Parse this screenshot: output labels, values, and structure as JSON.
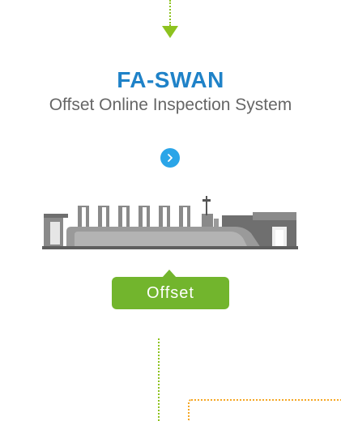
{
  "product": {
    "title": "FA-SWAN",
    "subtitle": "Offset Online Inspection System"
  },
  "navigation": {
    "next_icon": "chevron-right-icon"
  },
  "illustration": {
    "icon": "offset-printing-press-icon"
  },
  "category_button": {
    "label": "Offset"
  },
  "colors": {
    "accent_green": "#72b52d",
    "connector_green": "#8dc21f",
    "title_blue": "#1f82c8",
    "nav_blue": "#2aa5e8",
    "subtitle_gray": "#666666",
    "connector_orange": "#f5a623"
  }
}
